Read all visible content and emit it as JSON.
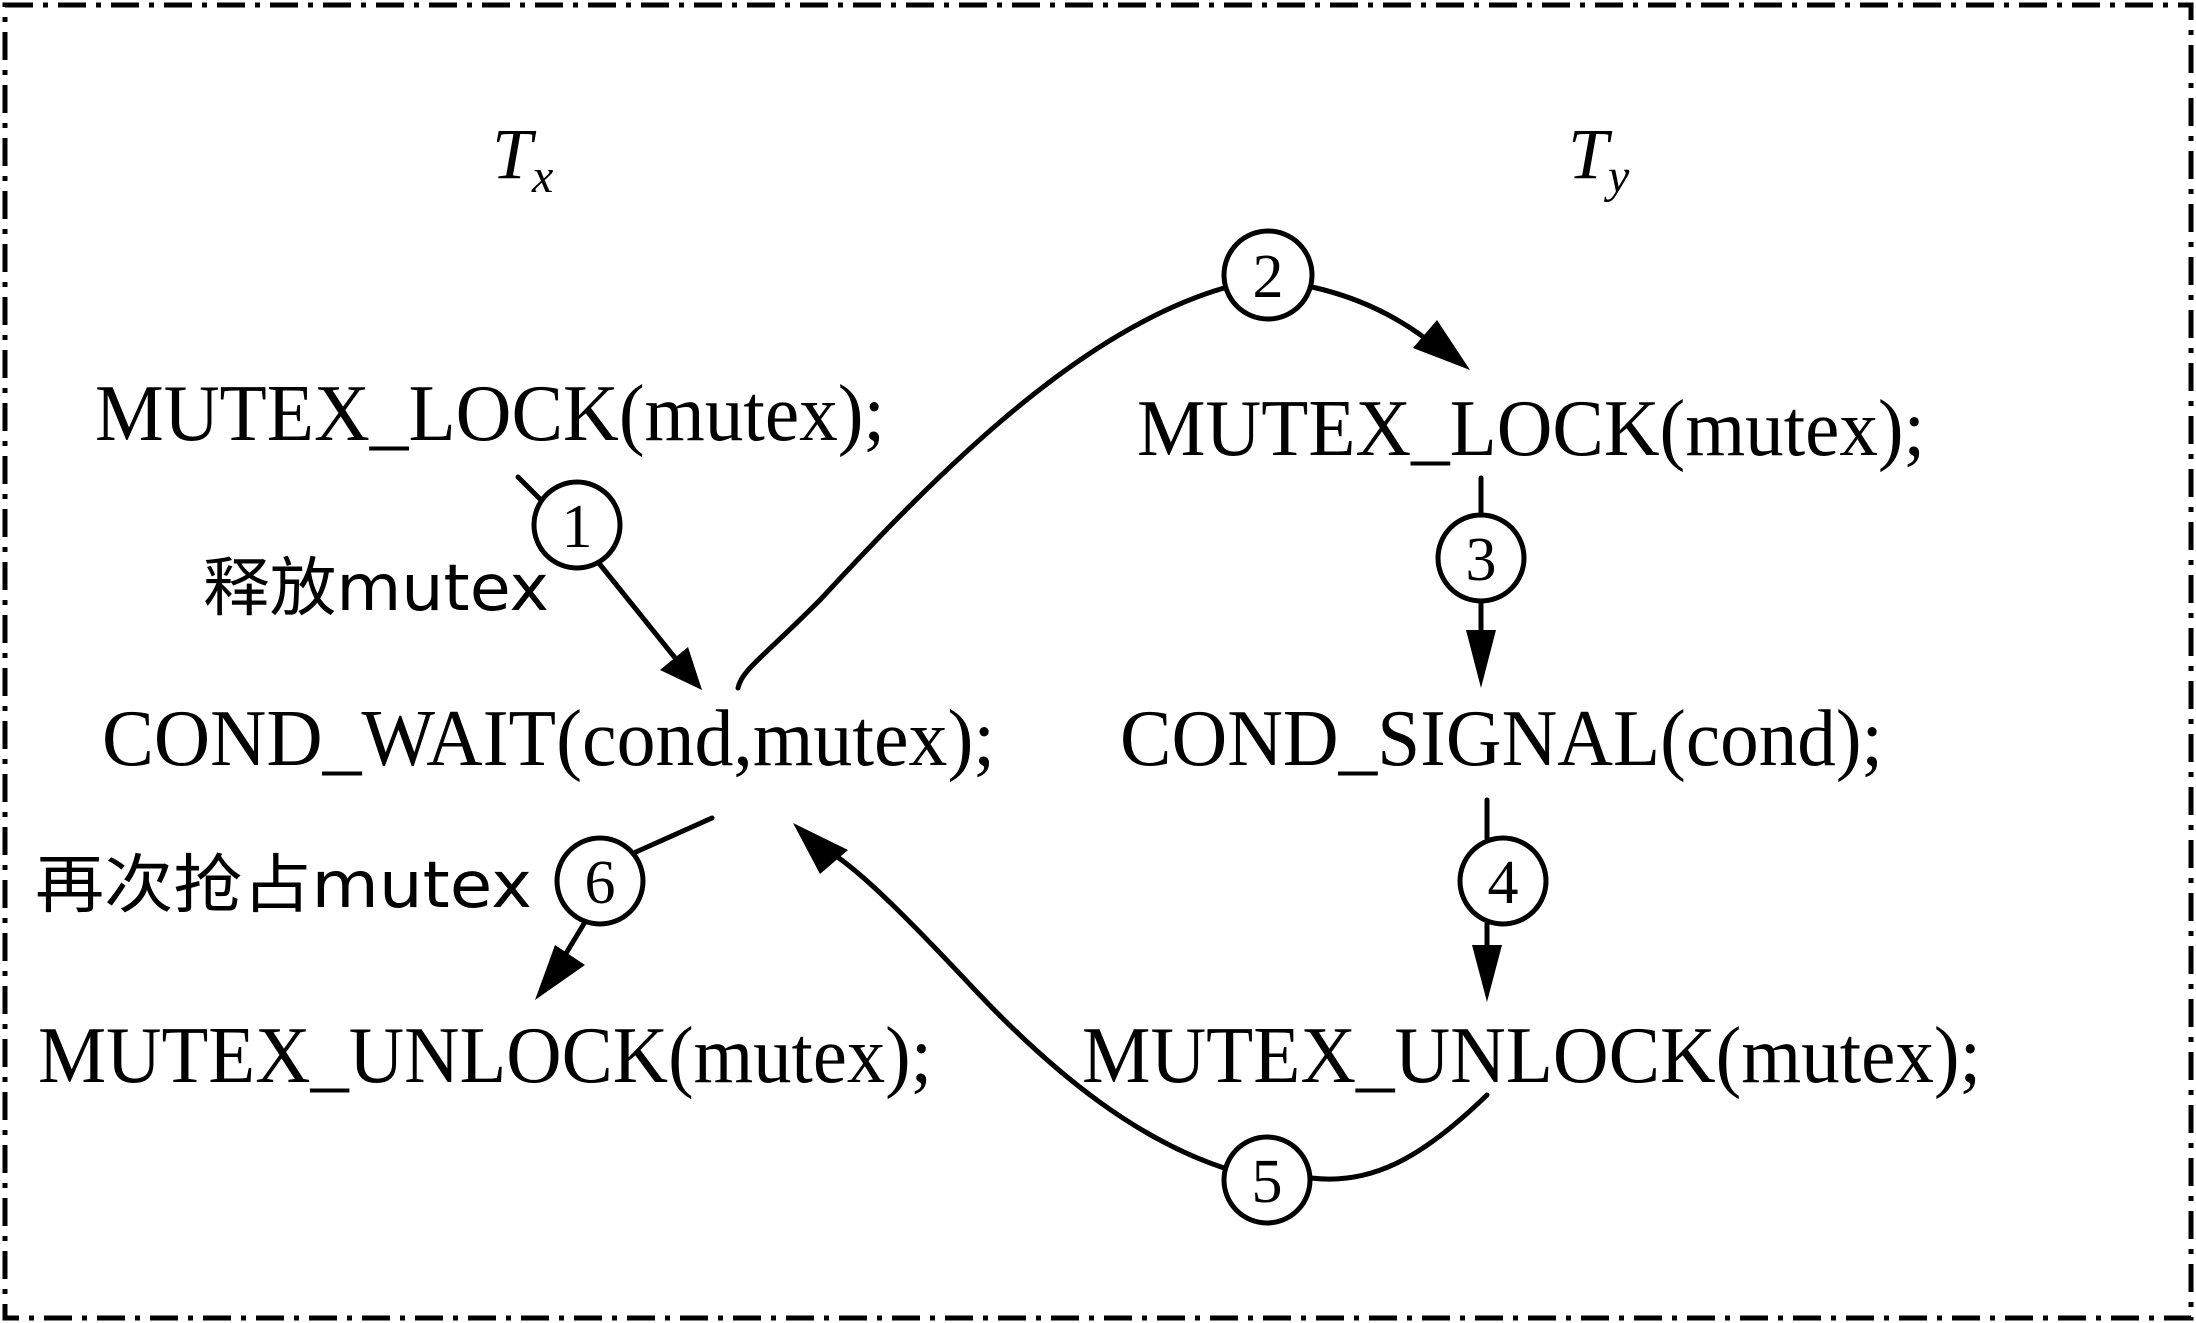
{
  "threads": {
    "left": {
      "name": "T",
      "subscript": "x"
    },
    "right": {
      "name": "T",
      "subscript": "y"
    }
  },
  "left_column": {
    "lock": "MUTEX_LOCK(mutex);",
    "wait": "COND_WAIT(cond,mutex);",
    "unlock": "MUTEX_UNLOCK(mutex);"
  },
  "right_column": {
    "lock": "MUTEX_LOCK(mutex);",
    "signal": "COND_SIGNAL(cond);",
    "unlock": "MUTEX_UNLOCK(mutex);"
  },
  "annotations": {
    "release": "释放mutex",
    "reacquire": "再次抢占mutex"
  },
  "steps": [
    "1",
    "2",
    "3",
    "4",
    "5",
    "6"
  ]
}
